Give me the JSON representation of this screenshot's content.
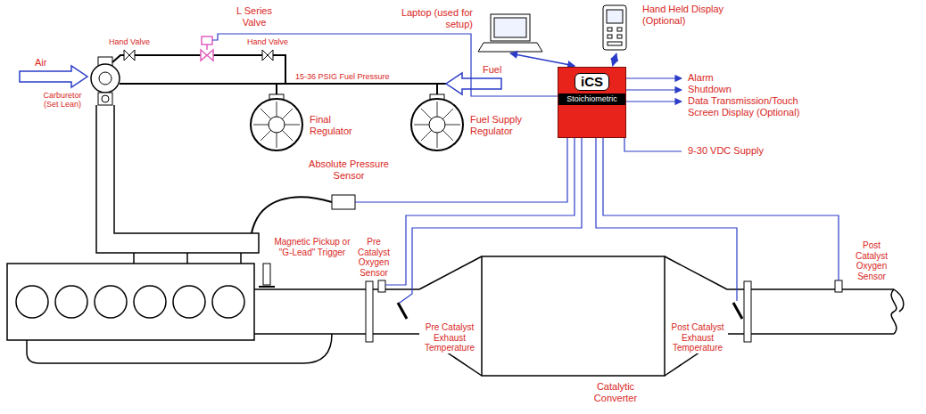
{
  "diagram": {
    "nodes": [
      {
        "text": [
          "Laptop (used for setup)"
        ]
      },
      {
        "text": [
          "Hand Held Display (Optional)"
        ]
      },
      {
        "text": [
          "iCS",
          "Stoichiometric"
        ]
      }
    ],
    "edges": [
      {
        "from": 0,
        "to": 2,
        "arrow": "both"
      },
      {
        "from": 1,
        "to": 2,
        "arrow": "both"
      }
    ],
    "labels": [
      "L Series Valve",
      "Hand Valve",
      "Hand Valve",
      "Air",
      "Carburetor (Set Lean)",
      "15-36 PSIG Fuel Pressure",
      "Final Regulator",
      "Fuel Supply Regulator",
      "Fuel",
      "Absolute Pressure Sensor",
      "Magnetic Pickup or \"G-Lead\" Trigger",
      "Pre Catalyst Oxygen Sensor",
      "Pre Catalyst Exhaust Temperature",
      "Post Catalyst Exhaust Temperature",
      "Post Catalyst Oxygen Sensor",
      "Catalytic Converter",
      "Alarm",
      "Shutdown",
      "Data Transmission/Touch Screen Display (Optional)",
      "9-30 VDC Supply"
    ]
  }
}
